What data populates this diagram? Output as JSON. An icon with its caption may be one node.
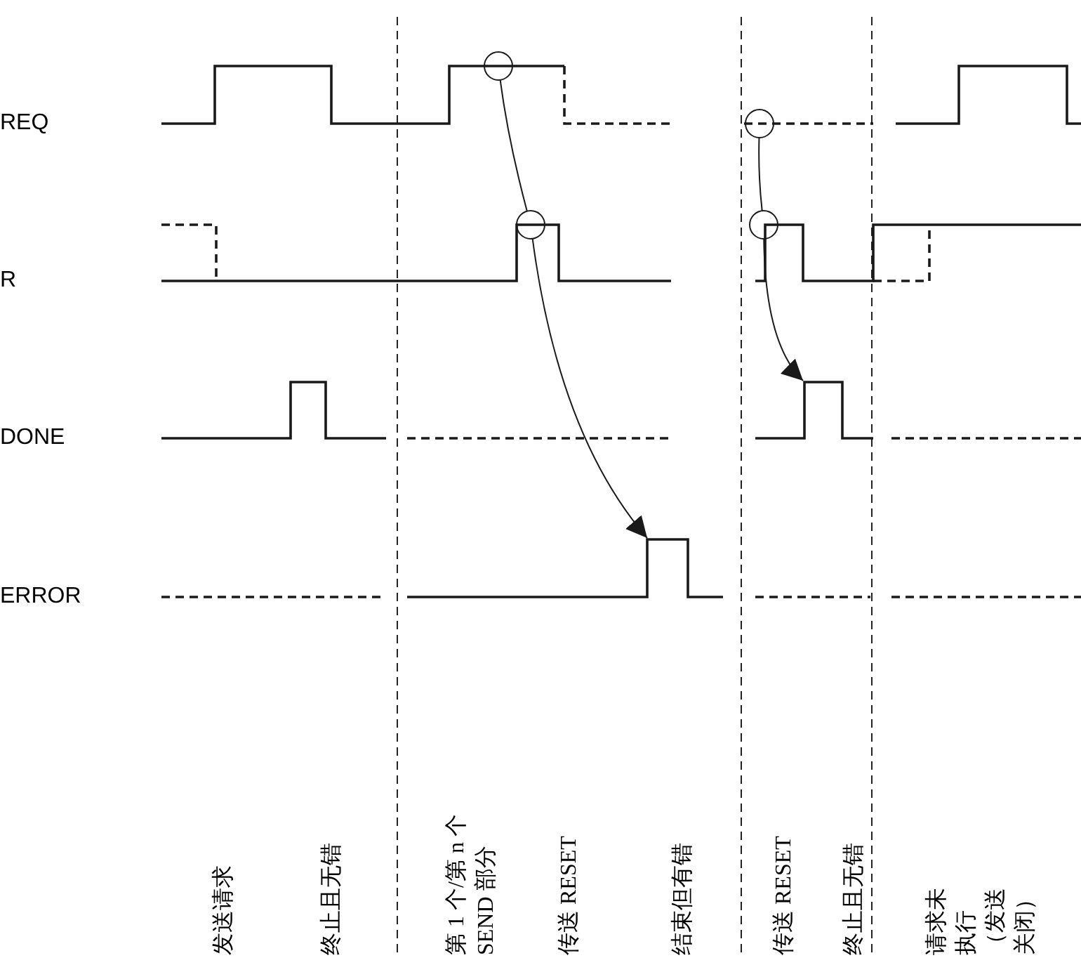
{
  "diagram": {
    "nodes": [
      {
        "text": [],
        "shape": "circle"
      },
      {
        "text": [],
        "shape": "circle"
      },
      {
        "text": [],
        "shape": "circle"
      },
      {
        "text": [],
        "shape": "circle"
      }
    ],
    "edges": [
      {
        "from": 0,
        "to": 1,
        "arrow": "none"
      },
      {
        "from": 1,
        "to": null,
        "arrow": "to"
      },
      {
        "from": 2,
        "to": 3,
        "arrow": "none"
      },
      {
        "from": 3,
        "to": null,
        "arrow": "to"
      }
    ],
    "labels": [
      "REQ",
      "R",
      "DONE",
      "ERROR",
      "发送请求",
      "终止且无错",
      "第 1 个/第 n 个 SEND 部分",
      "传送 RESET",
      "结束但有错",
      "传送 RESET",
      "终止且无错",
      "请求未执行（发送关闭）"
    ]
  }
}
